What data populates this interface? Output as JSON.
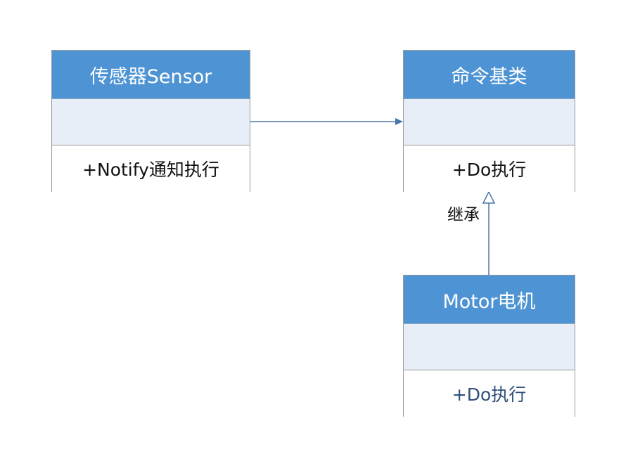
{
  "classes": {
    "sensor": {
      "name": "传感器Sensor",
      "operation": "+Notify通知执行"
    },
    "command": {
      "name": "命令基类",
      "operation": "+Do执行"
    },
    "motor": {
      "name": "Motor电机",
      "operation": "+Do执行"
    }
  },
  "relations": {
    "inheritance_label": "继承"
  },
  "colors": {
    "header": "#4e94d4",
    "attribute_fill": "#e7eef7",
    "connector": "#4a78a8"
  }
}
